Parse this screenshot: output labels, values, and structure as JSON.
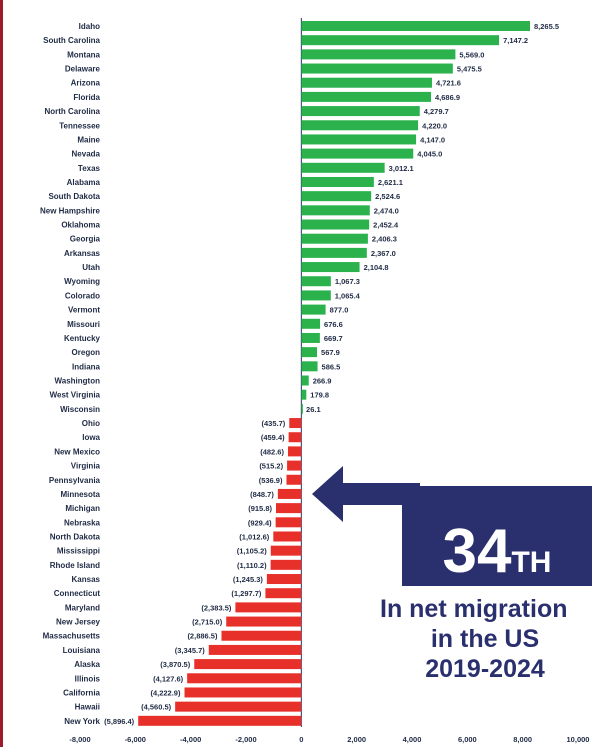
{
  "chart_data": {
    "type": "bar",
    "orientation": "horizontal",
    "categories": [
      "Idaho",
      "South Carolina",
      "Montana",
      "Delaware",
      "Arizona",
      "Florida",
      "North Carolina",
      "Tennessee",
      "Maine",
      "Nevada",
      "Texas",
      "Alabama",
      "South Dakota",
      "New Hampshire",
      "Oklahoma",
      "Georgia",
      "Arkansas",
      "Utah",
      "Wyoming",
      "Colorado",
      "Vermont",
      "Missouri",
      "Kentucky",
      "Oregon",
      "Indiana",
      "Washington",
      "West Virginia",
      "Wisconsin",
      "Ohio",
      "Iowa",
      "New Mexico",
      "Virginia",
      "Pennsylvania",
      "Minnesota",
      "Michigan",
      "Nebraska",
      "North Dakota",
      "Mississippi",
      "Rhode Island",
      "Kansas",
      "Connecticut",
      "Maryland",
      "New Jersey",
      "Massachusetts",
      "Louisiana",
      "Alaska",
      "Illinois",
      "California",
      "Hawaii",
      "New York"
    ],
    "values": [
      8265.5,
      7147.2,
      5569.0,
      5475.5,
      4721.6,
      4686.9,
      4279.7,
      4220.0,
      4147.0,
      4045.0,
      3012.1,
      2621.1,
      2524.6,
      2474.0,
      2452.4,
      2406.3,
      2367.0,
      2104.8,
      1067.3,
      1065.4,
      877.0,
      676.6,
      669.7,
      567.9,
      586.5,
      266.9,
      179.8,
      26.1,
      -435.7,
      -459.4,
      -482.6,
      -515.2,
      -536.9,
      -848.7,
      -915.8,
      -929.4,
      -1012.6,
      -1105.2,
      -1110.2,
      -1245.3,
      -1297.7,
      -2383.5,
      -2715.0,
      -2886.5,
      -3345.7,
      -3870.5,
      -4127.6,
      -4222.9,
      -4560.5,
      -5896.4
    ],
    "value_labels": [
      "8,265.5",
      "7,147.2",
      "5,569.0",
      "5,475.5",
      "4,721.6",
      "4,686.9",
      "4,279.7",
      "4,220.0",
      "4,147.0",
      "4,045.0",
      "3,012.1",
      "2,621.1",
      "2,524.6",
      "2,474.0",
      "2,452.4",
      "2,406.3",
      "2,367.0",
      "2,104.8",
      "1,067.3",
      "1,065.4",
      "877.0",
      "676.6",
      "669.7",
      "567.9",
      "586.5",
      "266.9",
      "179.8",
      "26.1",
      "(435.7)",
      "(459.4)",
      "(482.6)",
      "(515.2)",
      "(536.9)",
      "(848.7)",
      "(915.8)",
      "(929.4)",
      "(1,012.6)",
      "(1,105.2)",
      "(1,110.2)",
      "(1,245.3)",
      "(1,297.7)",
      "(2,383.5)",
      "(2,715.0)",
      "(2,886.5)",
      "(3,345.7)",
      "(3,870.5)",
      "(4,127.6)",
      "(4,222.9)",
      "(4,560.5)",
      "(5,896.4)"
    ],
    "xlim": [
      -8000,
      10000
    ],
    "x_ticks": [
      -8000,
      -6000,
      -4000,
      -2000,
      0,
      2000,
      4000,
      6000,
      8000,
      10000
    ],
    "x_tick_labels": [
      "-8,000",
      "-6,000",
      "-4,000",
      "-2,000",
      "0",
      "2,000",
      "4,000",
      "6,000",
      "8,000",
      "10,000"
    ],
    "grid": false,
    "positive_color": "#2bb24c",
    "negative_color": "#e8302b",
    "highlight_category": "Minnesota"
  },
  "callout": {
    "rank_number": "34",
    "rank_suffix": "TH",
    "line1": "In net migration",
    "line2": "in the US",
    "line3": "2019-2024",
    "banner_color": "#2a2f6e",
    "text_color": "#2a2f6e",
    "arrow_color": "#2a2f6e"
  }
}
